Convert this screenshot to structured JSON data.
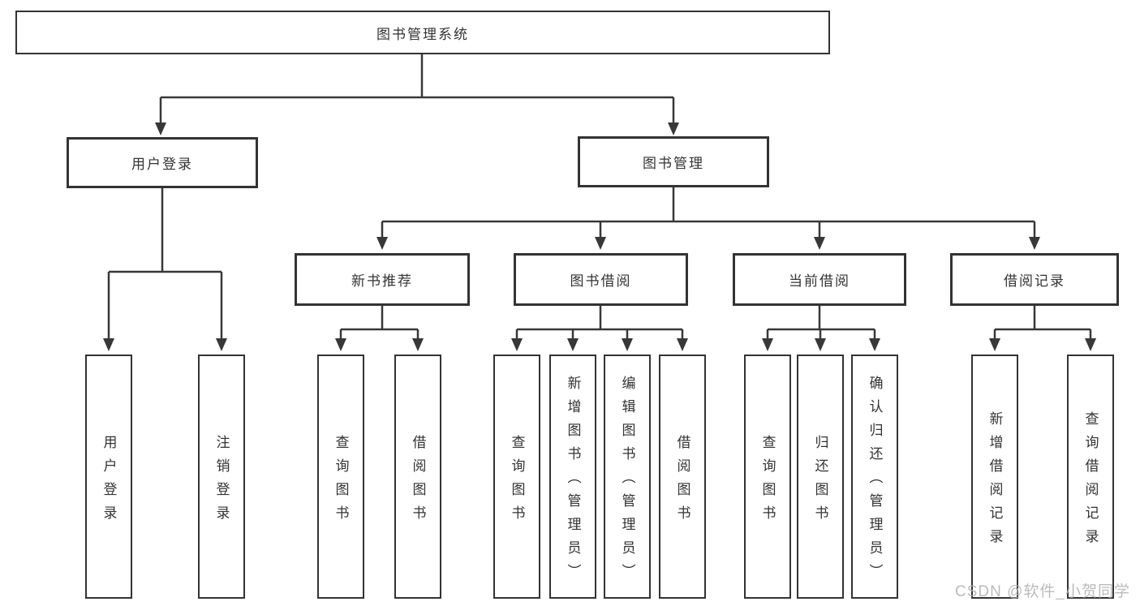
{
  "tree": {
    "label": "图书管理系统",
    "children": [
      {
        "label": "用户登录",
        "children": [
          {
            "label": "用户登录"
          },
          {
            "label": "注销登录"
          }
        ]
      },
      {
        "label": "图书管理",
        "children": [
          {
            "label": "新书推荐",
            "children": [
              {
                "label": "查询图书"
              },
              {
                "label": "借阅图书"
              }
            ]
          },
          {
            "label": "图书借阅",
            "children": [
              {
                "label": "查询图书"
              },
              {
                "label": "新增图书（管理员）"
              },
              {
                "label": "编辑图书（管理员）"
              },
              {
                "label": "借阅图书"
              }
            ]
          },
          {
            "label": "当前借阅",
            "children": [
              {
                "label": "查询图书"
              },
              {
                "label": "归还图书"
              },
              {
                "label": "确认归还（管理员）"
              }
            ]
          },
          {
            "label": "借阅记录",
            "children": [
              {
                "label": "新增借阅记录"
              },
              {
                "label": "查询借阅记录"
              }
            ]
          }
        ]
      }
    ]
  },
  "watermark": "CSDN @软件_小贺同学",
  "colors": {
    "line": "#383838",
    "border": "#333333",
    "text": "#333333",
    "background": "#ffffff",
    "watermark": "#b0b0b0"
  }
}
